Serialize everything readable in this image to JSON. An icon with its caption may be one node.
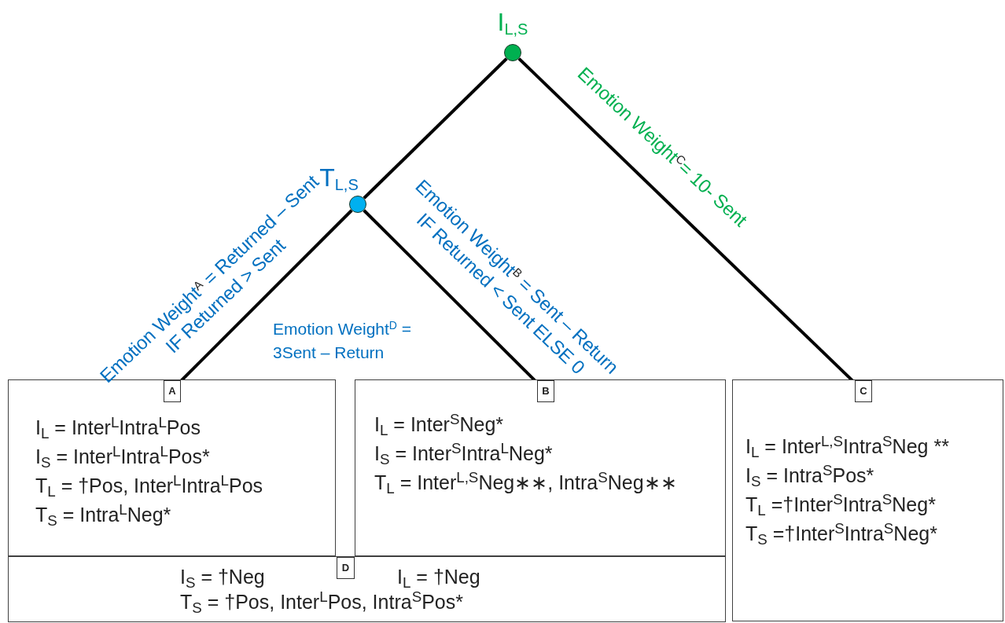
{
  "diagram": {
    "nodes": [
      {
        "text": [
          "I$_{L,S}$"
        ]
      },
      {
        "text": [
          "T$_{L,S}$"
        ]
      },
      {
        "text": [
          "I$_{L}$ =  Inter$^{L}$Intra$^{L}$Pos",
          "I$_{S}$ =  Inter$^{L}$Intra$^{L}$Pos*",
          "T$_{L}$ = †Pos, Inter$^{L}$Intra$^{L}$Pos",
          "T$_{S}$ = Intra$^{L}$Neg*"
        ]
      },
      {
        "text": [
          "A"
        ],
        "in": 2
      },
      {
        "text": [
          "I$_{L}$ =  Inter$^{S}$Neg*",
          "I$_{S}$ =  Inter$^{S}$Intra$^{L}$Neg*",
          "T$_{L}$ = Inter$^{L,S}$Neg∗∗, Intra$^{S}$Neg∗∗"
        ]
      },
      {
        "text": [
          "B"
        ],
        "in": 4
      },
      {
        "text": [
          "I$_{L}$ = Inter$^{L,S}$Intra$^{S}$Neg **",
          "I$_{S}$ = Intra$^{S}$Pos*",
          "T$_{L}$ =†Inter$^{S}$Intra$^{S}$Neg*",
          "T$_{S}$ =†Inter$^{S}$Intra$^{S}$Neg*"
        ]
      },
      {
        "text": [
          "C"
        ],
        "in": 6
      },
      {
        "text": [
          "I$_{S}$ =  †Neg",
          "I$_{L}$ = †Neg",
          "T$_{S}$ = †Pos, Inter$^{L}$Pos, Intra$^{S}$Pos*"
        ]
      },
      {
        "text": [
          "D"
        ],
        "in": 8
      }
    ],
    "edges": [
      {
        "from": 0,
        "to": 1,
        "arrow": "none"
      },
      {
        "from": 0,
        "to": 7,
        "arrow": "none",
        "label": "Emotion Weight$^{C}$= 10- Sent"
      },
      {
        "from": 1,
        "to": 3,
        "arrow": "none",
        "label": "Emotion Weight$^{A}$ = Returned – Sent IF Returned > Sent"
      },
      {
        "from": 1,
        "to": 5,
        "arrow": "none",
        "label": "Emotion Weight$^{B}$ = Sent – Return IF Returned < Sent ELSE 0"
      }
    ],
    "labels": [
      "Emotion Weight$^{D}$ = 3Sent – Return"
    ]
  }
}
